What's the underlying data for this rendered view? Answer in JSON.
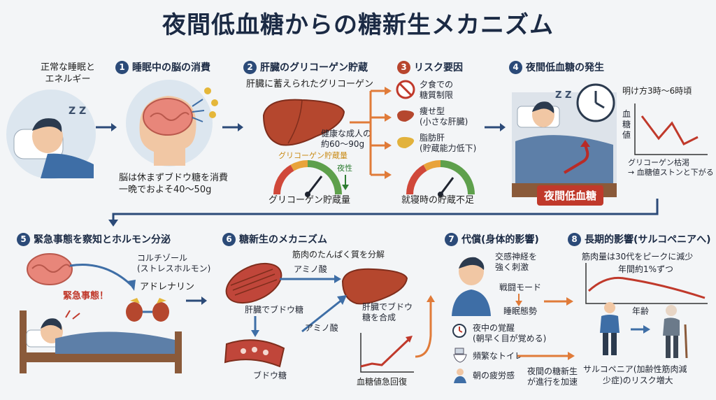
{
  "title": "夜間低血糖からの糖新生メカニズム",
  "intro": {
    "line1": "正常な睡眠と",
    "line2": "エネルギー"
  },
  "s1": {
    "num": "1",
    "title": "睡眠中の脳の消費",
    "line1": "脳は休まずブドウ糖を消費",
    "line2": "一晩でおよそ40〜50g"
  },
  "s2": {
    "num": "2",
    "title": "肝臓のグリコーゲン貯蔵",
    "stored": "肝臓に蓄えられたグリコーゲン",
    "adult1": "健康な成人の",
    "adult2": "約60〜90g",
    "gauge_title": "グリコーゲン貯蔵量",
    "night": "夜性",
    "gauge_label": "グリコーゲン貯蔵量"
  },
  "s3": {
    "num": "3",
    "title": "リスク要因",
    "r1a": "夕食での",
    "r1b": "糖質制限",
    "r2a": "痩せ型",
    "r2b": "(小さな肝臓)",
    "r3a": "脂肪肝",
    "r3b": "(貯蔵能力低下)",
    "gauge_label": "就寝時の貯蔵不足"
  },
  "s4": {
    "num": "4",
    "title": "夜間低血糖の発生",
    "time": "明け方3時〜6時頃",
    "ylabel": "血糖値",
    "note1": "グリコーゲン枯渇",
    "note2": "→ 血糖値ストンと下がる",
    "badge": "夜間低血糖"
  },
  "s5": {
    "num": "5",
    "title": "緊急事態を察知とホルモン分泌",
    "cortisol1": "コルチゾール",
    "cortisol2": "(ストレスホルモン)",
    "adrenaline": "アドレナリン",
    "emergency": "緊急事態！"
  },
  "s6": {
    "num": "6",
    "title": "糖新生のメカニズム",
    "muscle": "筋肉のたんぱく質を分解",
    "amino1": "アミノ酸",
    "liver_to_glucose": "肝臓でブドウ糖",
    "amino2": "アミノ酸",
    "synth1": "肝臓でブドウ",
    "synth2": "糖を合成",
    "glucose": "ブドウ糖",
    "recovery": "血糖値急回復"
  },
  "s7": {
    "num": "7",
    "title": "代償(身体的影響)",
    "sym1": "交感神経を",
    "sym2": "強く刺激",
    "fight": "戦闘モード",
    "sleep": "睡眠態勢",
    "wake1": "夜中の覚醒",
    "wake2": "(朝早く目が覚める)",
    "toilet": "頻繁なトイレ",
    "fatigue": "朝の疲労感",
    "prog1": "夜間の糖新生",
    "prog2": "が進行を加速"
  },
  "s8": {
    "num": "8",
    "title": "長期的影響(サルコペニアへ)",
    "muscle_peak": "筋肉量は30代をピークに減少",
    "yearly": "年間約1%ずつ",
    "age": "年齢",
    "sarco1": "サルコペニア(加齢性筋肉減",
    "sarco2": "少症)のリスク増大"
  },
  "colors": {
    "navy": "#2b4a78",
    "red": "#c0392b",
    "orange": "#e07b39",
    "liver": "#b5472e"
  }
}
